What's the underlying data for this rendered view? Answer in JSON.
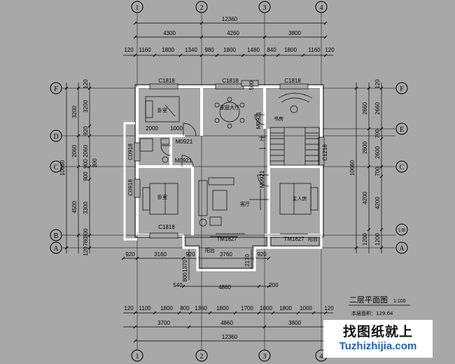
{
  "plan": {
    "title": "二层平面图",
    "scale": "1:100",
    "area": "本层面积：129.64"
  },
  "axes": {
    "columns": [
      "1",
      "2",
      "3",
      "4"
    ],
    "rows": [
      "F",
      "E",
      "D",
      "C",
      "B",
      "A"
    ],
    "row_sub_b": "1/B"
  },
  "dimensions": {
    "top_total": "12360",
    "top_mid": [
      "4300",
      "4260",
      "3800"
    ],
    "top_detail": [
      "120",
      "1160",
      "1800",
      "1340",
      "980",
      "1800",
      "1480",
      "840",
      "1800",
      "1160",
      "120"
    ],
    "bottom_detail": [
      "120",
      "1100",
      "1800",
      "800",
      "1360",
      "1800",
      "1700",
      "1000",
      "1800",
      "1000",
      "120"
    ],
    "bottom_mid": [
      "3700",
      "4860",
      "3800"
    ],
    "bottom_total": "12360",
    "balcony": [
      "920",
      "3160",
      "920",
      "3760",
      "920"
    ],
    "balcony_lower": [
      "540",
      "4860",
      "200"
    ],
    "left_outer": "10660",
    "left_mid": [
      "3200",
      "2060",
      "4500"
    ],
    "left_inner": [
      "120",
      "3200",
      "920",
      "2060",
      "900",
      "300",
      "900",
      "3300",
      "300",
      "780",
      "120"
    ],
    "right_outer": "10660",
    "right_mid": [
      "2660",
      "2600",
      "4200"
    ],
    "right_inner": [
      "120",
      "2660",
      "700",
      "2600",
      "700",
      "4200",
      "1200",
      "1200"
    ],
    "small": [
      "1370",
      "800",
      "2170",
      "200"
    ]
  },
  "rooms": {
    "bedroom_nw": "卧室",
    "bedroom_sw": "卧室",
    "master_bedroom": "主人房",
    "living_hall": "客厅",
    "family_hall": "家庭大厅",
    "study": "书房",
    "balcony_main": "阳台",
    "balcony_side": "阳台",
    "stair_up": "上"
  },
  "labels": {
    "window_c1818_a": "C1818",
    "window_c1818_b": "C1818",
    "window_c1818_c": "C1818",
    "window_c1818_d": "C1818",
    "window_c1218": "C1218",
    "window_c0918_a": "C0918",
    "window_c0918_b": "C0918",
    "door_m0921_a": "M0921",
    "door_m0921_b": "M0921",
    "door_m0921_c": "M0921",
    "door_m0921_d": "M0921",
    "tm_a": "TM1827",
    "tm_b": "TM1827",
    "dim_2000": "2000",
    "dim_1000": "1000",
    "dim_500": "500"
  },
  "watermark": {
    "cn": "找图纸就上",
    "en": "Tuzhizhijia.com",
    "en_color": "#1c5fc8"
  },
  "colors": {
    "background": "#a8a8a8",
    "line": "#000000",
    "wall": "#ffffff"
  }
}
